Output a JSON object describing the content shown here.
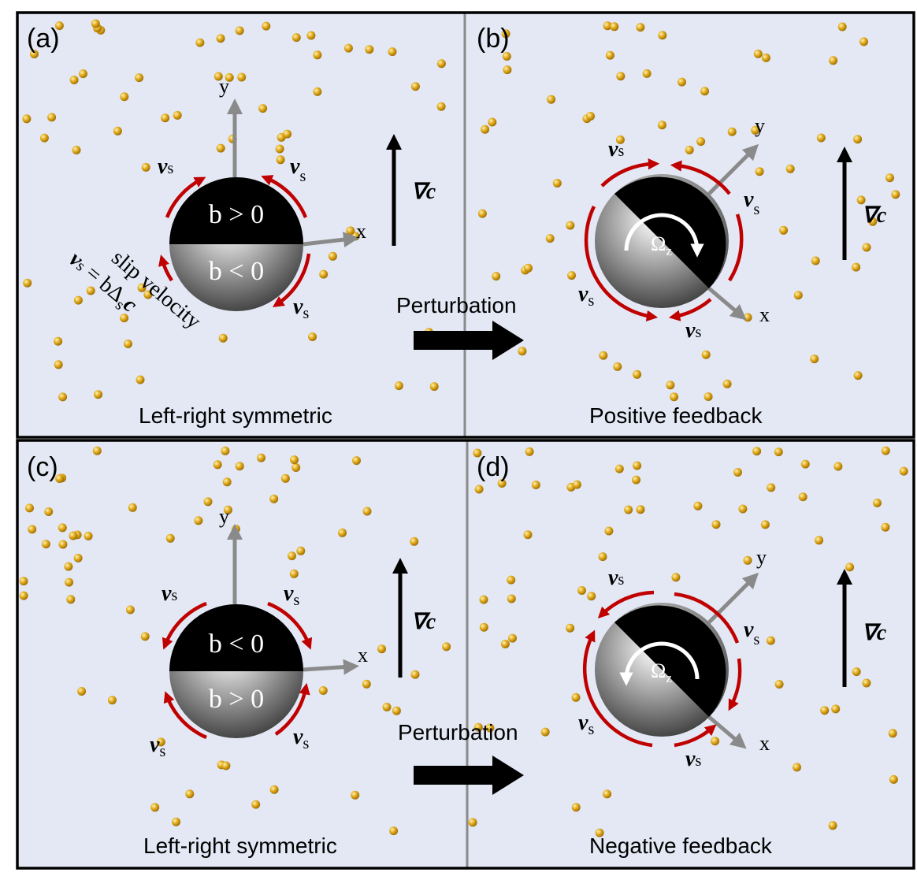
{
  "colors": {
    "background": "#e3e8f4",
    "particle": "#e0a81a",
    "slip_arrow": "#c00000",
    "axis": "#8a8a8a",
    "border": "#000000"
  },
  "panels": [
    {
      "id": "a",
      "label": "(a)",
      "caption": "Left-right symmetric",
      "top": "b > 0",
      "bottom": "b < 0",
      "rotated": false
    },
    {
      "id": "b",
      "label": "(b)",
      "caption": "Positive feedback",
      "omega": "Ω",
      "omega_sub": "z",
      "rotated": true
    },
    {
      "id": "c",
      "label": "(c)",
      "caption": "Left-right symmetric",
      "top": "b < 0",
      "bottom": "b > 0",
      "rotated": false
    },
    {
      "id": "d",
      "label": "(d)",
      "caption": "Negative feedback",
      "omega": "Ω",
      "omega_sub": "z",
      "rotated": true
    }
  ],
  "axes": {
    "x": "x",
    "y": "y"
  },
  "gradient_label": "∇c",
  "slip_label": {
    "v": "v",
    "sub": "s"
  },
  "slip_velocity": {
    "line1": "slip velocity",
    "line2_v": "v",
    "line2_s": "s",
    "line2_eq": " = bΔ",
    "line2_s2": "s",
    "line2_c": "c"
  },
  "transition_label": "Perturbation"
}
